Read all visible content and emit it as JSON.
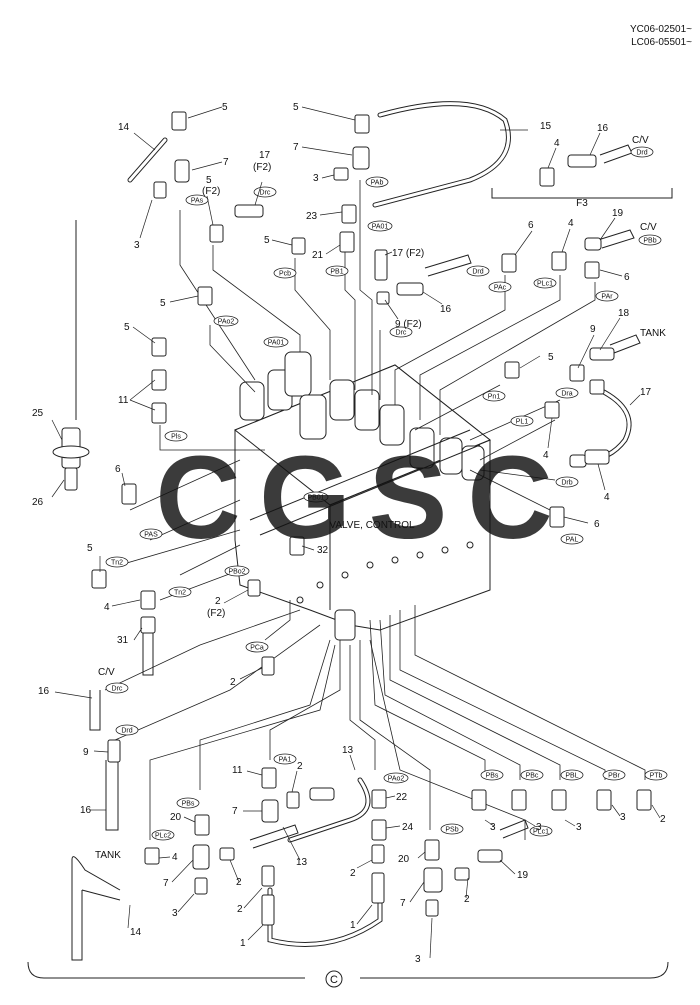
{
  "header": {
    "serial_1": "YC06-02501~",
    "serial_2": "LC06-05501~"
  },
  "watermark": {
    "letters": [
      "C",
      "G",
      "S",
      "C"
    ],
    "colors": [
      "#4d8ef0",
      "#ee7d76",
      "#f7d25a",
      "#3aae7a"
    ]
  },
  "valve_label": "VALVE, CONTROL",
  "section_mark": "C",
  "group_label": "F3",
  "ports": {
    "pas": "PAs",
    "pab": "PAb",
    "drc_top": "Drc",
    "pa01_top": "PA01",
    "drd_cv": "Drd",
    "pbb": "PBb",
    "pcb": "Pcb",
    "pb1": "PB1",
    "drd_mid": "Drd",
    "pac": "PAc",
    "plc1_top": "PLc1",
    "par": "PAr",
    "pao2": "PAo2",
    "pa01_valve": "PA01",
    "drc_mid": "Drc",
    "pn1": "Pn1",
    "dra": "Dra",
    "pl1": "PL1",
    "drb": "Drb",
    "pls": "Pls",
    "pb01": "PB01",
    "pas_lower": "PAS",
    "pal": "PAL",
    "tn2_a": "Tn2",
    "tn2_b": "Tn2",
    "pbo2": "PBo2",
    "pca": "PCa",
    "drc_lower": "Drc",
    "drd_lower": "Drd",
    "pa1": "PA1",
    "pao2_b": "PAo2",
    "pbs": "PBs",
    "pbc": "PBc",
    "pbl": "PBL",
    "pbr": "PBr",
    "ptb": "PTb",
    "pbs_left": "PBs",
    "plc2": "PLc2",
    "psb": "PSb",
    "plc1_bottom": "PLc1"
  },
  "labels": {
    "n5a": "5",
    "n14a": "14",
    "n7a": "7",
    "n3a": "3",
    "n5f2": "5",
    "f2a": "(F2)",
    "n17f2": "17",
    "f2b": "(F2)",
    "n5b": "5",
    "n7b": "7",
    "n3b": "3",
    "n15": "15",
    "n23": "23",
    "n4a": "4",
    "n16a": "16",
    "cv1": "C/V",
    "n5c": "5",
    "n21": "21",
    "n17b": "17 (F2)",
    "n6a": "6",
    "n4b": "4",
    "n19a": "19",
    "cv2": "C/V",
    "n6b": "6",
    "n16b": "16",
    "n9f2": "9 (F2)",
    "n5d": "5",
    "n5e": "5",
    "n9a": "9",
    "n18": "18",
    "tank_a": "TANK",
    "n11a": "11",
    "n5f": "5",
    "n17c": "17",
    "n25": "25",
    "n26": "26",
    "n4c": "4",
    "n4d": "4",
    "n6c": "6",
    "n6d": "6",
    "n32": "32",
    "n5g": "5",
    "n4e": "4",
    "n2a": "2",
    "f2c": "(F2)",
    "n31": "31",
    "cv3": "C/V",
    "n16c": "16",
    "n2b": "2",
    "n9b": "9",
    "n13a": "13",
    "n11b": "11",
    "n2c": "2",
    "n22": "22",
    "n16d": "16",
    "n20a": "20",
    "n7c": "7",
    "n24": "24",
    "n13b": "13",
    "tank_b": "TANK",
    "n3c": "3",
    "n3d": "3",
    "n3e": "3",
    "n3f": "3",
    "n2d": "2",
    "n4f": "4",
    "n2e": "2",
    "n20b": "20",
    "n19b": "19",
    "n7d": "7",
    "n3g": "3",
    "n2f": "2",
    "n2g": "2",
    "n7e": "7",
    "n2h": "2",
    "n14b": "14",
    "n1a": "1",
    "n1b": "1",
    "n3h": "3"
  }
}
